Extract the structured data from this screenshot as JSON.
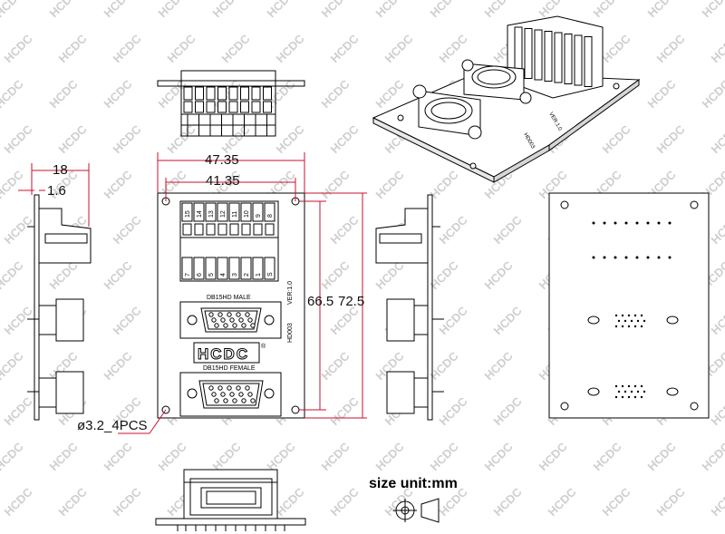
{
  "watermark": "HCDC",
  "dimensions": {
    "w_overall": "47.35",
    "w_holes": "41.35",
    "h_holes": "66.5",
    "h_overall": "72.5",
    "depth": "18",
    "thickness": "1.6",
    "hole_note": "ø3.2_4PCS"
  },
  "board": {
    "terminal_top_labels": [
      "15",
      "14",
      "13",
      "12",
      "11",
      "10",
      "9",
      "8"
    ],
    "terminal_bottom_labels": [
      "7",
      "6",
      "5",
      "4",
      "3",
      "2",
      "1",
      "S"
    ],
    "male_label": "DB15HD MALE",
    "female_label": "DB15HD FEMALE",
    "version": "VER:1.0",
    "model": "HD003",
    "logo": "HCDC",
    "registered": "®"
  },
  "iso": {
    "model": "HD003",
    "version": "VER:1.0"
  },
  "legend": {
    "size_unit": "size unit:mm"
  }
}
